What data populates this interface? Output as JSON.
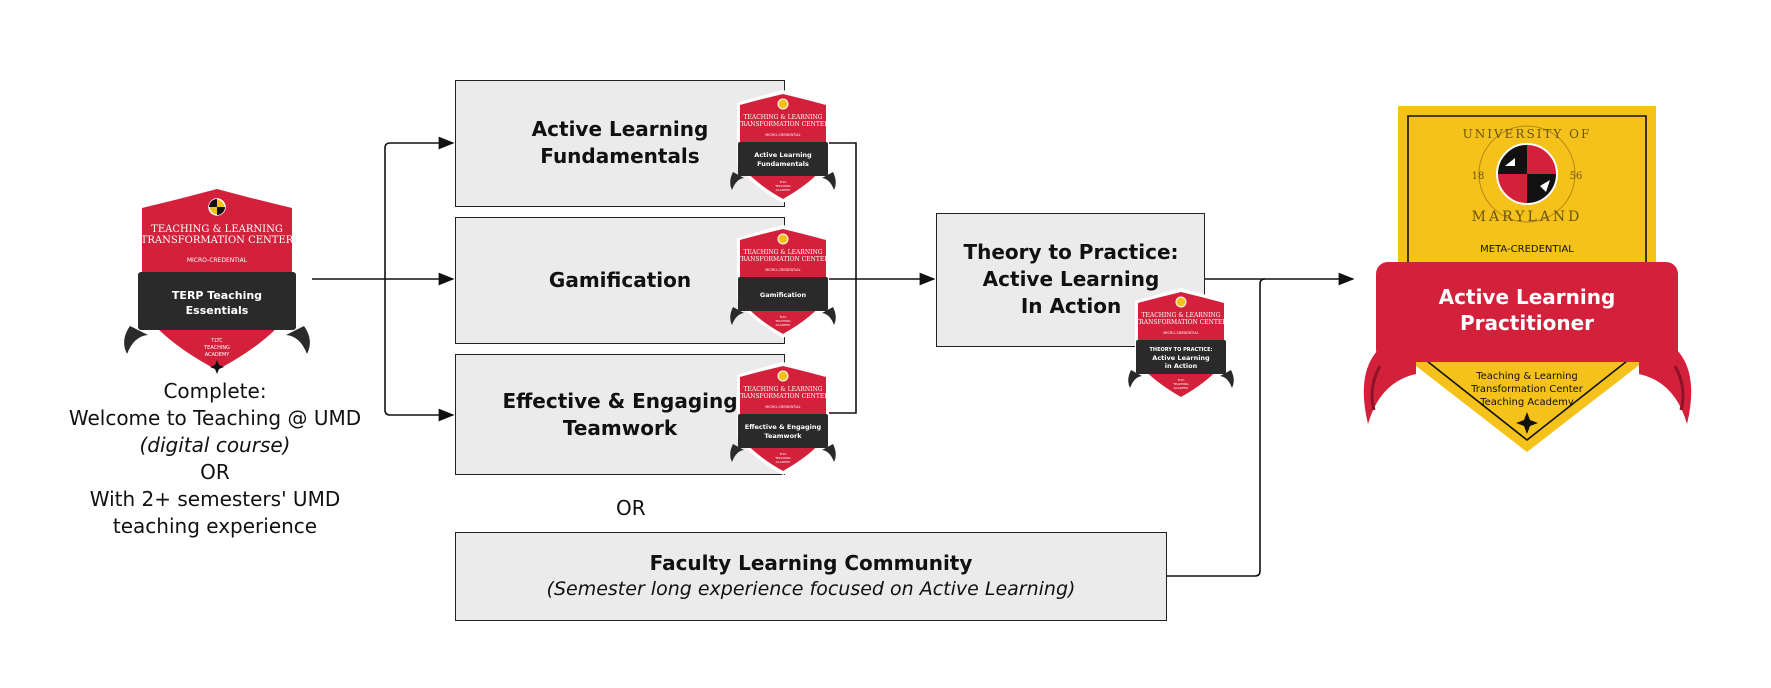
{
  "entry_badge": {
    "org": "TEACHING & LEARNING",
    "org2": "TRANSFORMATION CENTER",
    "type": "MICRO-CREDENTIAL",
    "title1": "TERP Teaching",
    "title2": "Essentials",
    "foot1": "TLTC",
    "foot2": "TEACHING",
    "foot3": "ACADEMY"
  },
  "requirements": {
    "line1": "Complete:",
    "line2": "Welcome to Teaching @ UMD",
    "line3": "(digital course)",
    "line4": "OR",
    "line5": "With 2+ semesters' UMD",
    "line6": "teaching experience"
  },
  "modules": [
    {
      "title": "Active Learning\nFundamentals",
      "badge_title1": "Active Learning",
      "badge_title2": "Fundamentals"
    },
    {
      "title": "Gamification",
      "badge_title1": "Gamification",
      "badge_title2": ""
    },
    {
      "title": "Effective & Engaging\nTeamwork",
      "badge_title1": "Effective & Engaging",
      "badge_title2": "Teamwork"
    }
  ],
  "or_label": "OR",
  "faculty_community": {
    "title": "Faculty Learning Community",
    "subtitle": "(Semester long experience focused on Active Learning)"
  },
  "theory": {
    "title": "Theory to Practice:\nActive Learning\nIn Action",
    "badge_title0": "THEORY TO PRACTICE:",
    "badge_title1": "Active Learning",
    "badge_title2": "in Action"
  },
  "small_badge": {
    "org": "TEACHING & LEARNING",
    "org2": "TRANSFORMATION CENTER",
    "type": "MICRO-CREDENTIAL",
    "foot1": "TLTC",
    "foot2": "TEACHING",
    "foot3": "ACADEMY"
  },
  "meta_badge": {
    "seal_top": "UNIVERSITY OF",
    "seal_bottom": "MARYLAND",
    "year_left": "18",
    "year_right": "56",
    "type": "META-CREDENTIAL",
    "title1": "Active Learning",
    "title2": "Practitioner",
    "foot1": "Teaching & Learning",
    "foot2": "Transformation Center",
    "foot3": "Teaching Academy"
  },
  "colors": {
    "umd_red": "#d3203b",
    "umd_gold": "#f4c21a",
    "banner_black": "#2a2a2a",
    "box_fill": "#ebebeb"
  }
}
